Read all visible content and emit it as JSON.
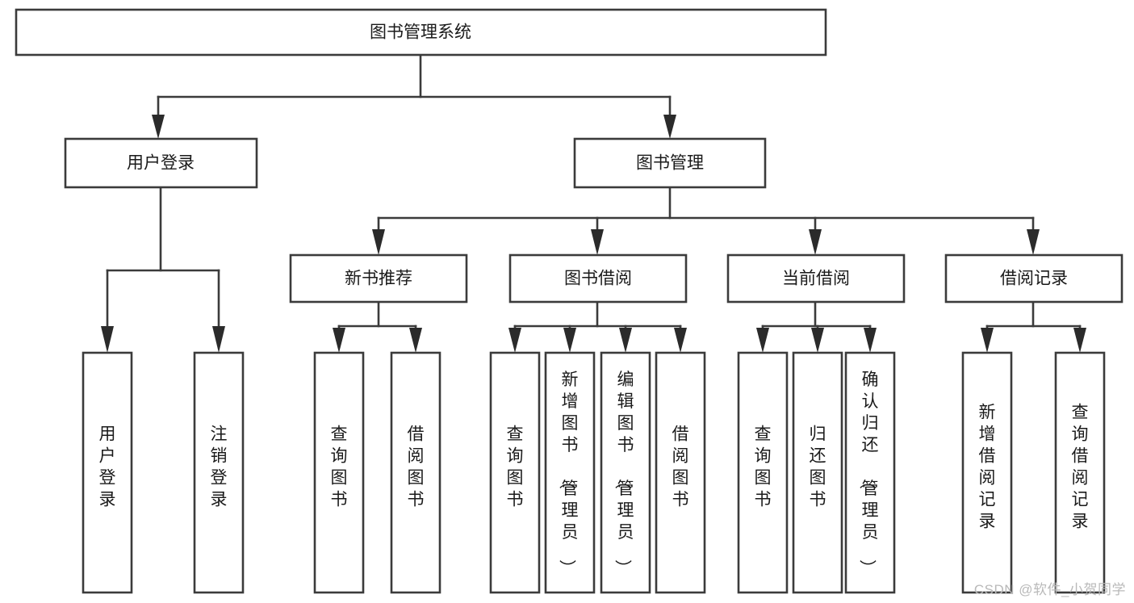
{
  "diagram": {
    "type": "tree",
    "title": "图书管理系统",
    "orientation": "top-down",
    "watermark": "CSDN @软件_小贺同学",
    "colors": {
      "box_fill": "#ffffff",
      "box_stroke": "#3b3b3b",
      "connector": "#3b3b3b",
      "text": "#1a1a1a",
      "watermark": "#b9b9b9",
      "background": "#ffffff"
    },
    "root": {
      "id": "root",
      "label": "图书管理系统",
      "orientation": "horizontal"
    },
    "level1": [
      {
        "id": "user-login",
        "label": "用户登录",
        "orientation": "horizontal"
      },
      {
        "id": "book-manage",
        "label": "图书管理",
        "orientation": "horizontal"
      }
    ],
    "level2": [
      {
        "id": "new-book-recommend",
        "label": "新书推荐",
        "orientation": "horizontal",
        "parent": "book-manage"
      },
      {
        "id": "book-borrow",
        "label": "图书借阅",
        "orientation": "horizontal",
        "parent": "book-manage"
      },
      {
        "id": "current-borrow",
        "label": "当前借阅",
        "orientation": "horizontal",
        "parent": "book-manage"
      },
      {
        "id": "borrow-record",
        "label": "借阅记录",
        "orientation": "horizontal",
        "parent": "book-manage"
      }
    ],
    "leaves": [
      {
        "id": "leaf-user-login",
        "label": "用户登录",
        "orientation": "vertical",
        "parent": "user-login"
      },
      {
        "id": "leaf-user-logout",
        "label": "注销登录",
        "orientation": "vertical",
        "parent": "user-login"
      },
      {
        "id": "leaf-query-book-1",
        "label": "查询图书",
        "orientation": "vertical",
        "parent": "new-book-recommend"
      },
      {
        "id": "leaf-borrow-book-1",
        "label": "借阅图书",
        "orientation": "vertical",
        "parent": "new-book-recommend"
      },
      {
        "id": "leaf-query-book-2",
        "label": "查询图书",
        "orientation": "vertical",
        "parent": "book-borrow"
      },
      {
        "id": "leaf-add-book",
        "label": "新增图书（管理员）",
        "orientation": "vertical",
        "parent": "book-borrow"
      },
      {
        "id": "leaf-edit-book",
        "label": "编辑图书（管理员）",
        "orientation": "vertical",
        "parent": "book-borrow"
      },
      {
        "id": "leaf-borrow-book-2",
        "label": "借阅图书",
        "orientation": "vertical",
        "parent": "book-borrow"
      },
      {
        "id": "leaf-query-book-3",
        "label": "查询图书",
        "orientation": "vertical",
        "parent": "current-borrow"
      },
      {
        "id": "leaf-return-book",
        "label": "归还图书",
        "orientation": "vertical",
        "parent": "current-borrow"
      },
      {
        "id": "leaf-confirm-return",
        "label": "确认归还（管理员）",
        "orientation": "vertical",
        "parent": "current-borrow"
      },
      {
        "id": "leaf-add-record",
        "label": "新增借阅记录",
        "orientation": "vertical",
        "parent": "borrow-record"
      },
      {
        "id": "leaf-query-record",
        "label": "查询借阅记录",
        "orientation": "vertical",
        "parent": "borrow-record"
      }
    ]
  }
}
